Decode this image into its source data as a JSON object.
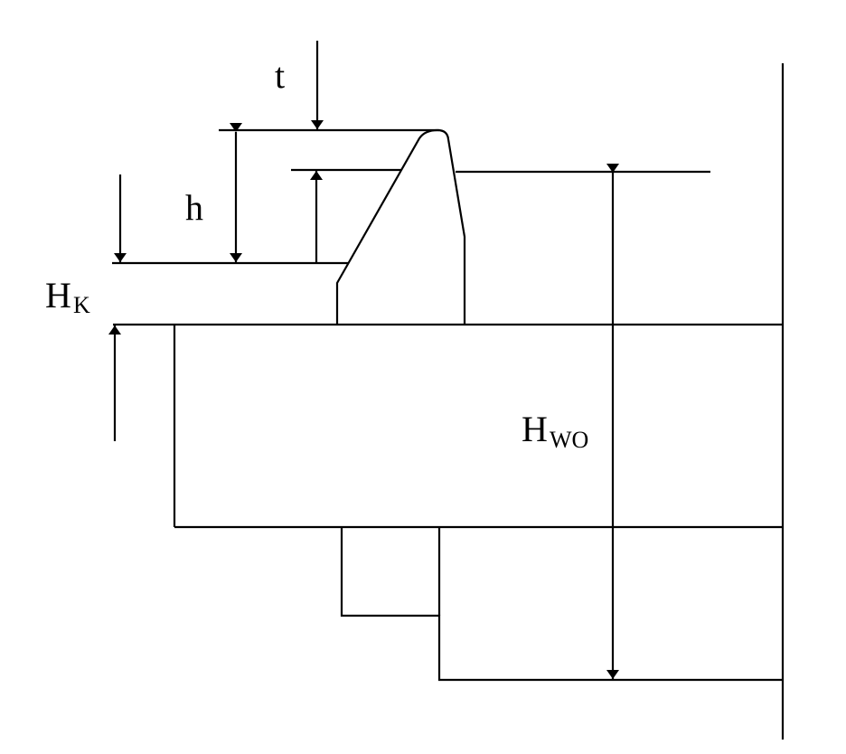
{
  "labels": {
    "t": "t",
    "h": "h",
    "hk_main": "H",
    "hk_sub": "K",
    "hwo_main": "H",
    "hwo_sub": "WO"
  },
  "colors": {
    "stroke": "#000000",
    "background": "#ffffff"
  }
}
